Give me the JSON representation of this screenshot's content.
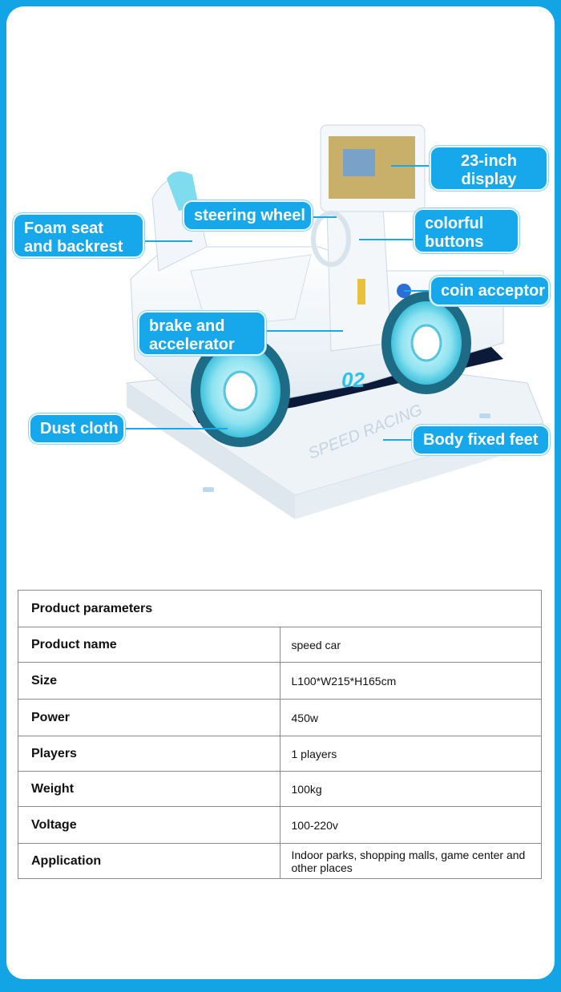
{
  "colors": {
    "frame": "#13a4e6",
    "callout": "#16a8ea",
    "accent": "#29c4e8"
  },
  "illustration": {
    "plate_number": "02",
    "side_text": "SPEED RACING"
  },
  "callouts": {
    "display": "23-inch\ndisplay",
    "seat": "Foam seat\nand backrest",
    "steering": "steering wheel",
    "buttons": "colorful\nbuttons",
    "coin": "coin acceptor",
    "brake": "brake and\naccelerator",
    "dust": "Dust cloth",
    "feet": "Body fixed feet"
  },
  "table": {
    "title": "Product parameters",
    "rows": [
      {
        "label": "Product name",
        "value": "speed car"
      },
      {
        "label": "Size",
        "value": "L100*W215*H165cm"
      },
      {
        "label": "Power",
        "value": "450w"
      },
      {
        "label": "Players",
        "value": "1 players"
      },
      {
        "label": "Weight",
        "value": "100kg"
      },
      {
        "label": "Voltage",
        "value": "100-220v"
      },
      {
        "label": "Application",
        "value": "Indoor parks, shopping malls, game center and other places"
      }
    ]
  }
}
